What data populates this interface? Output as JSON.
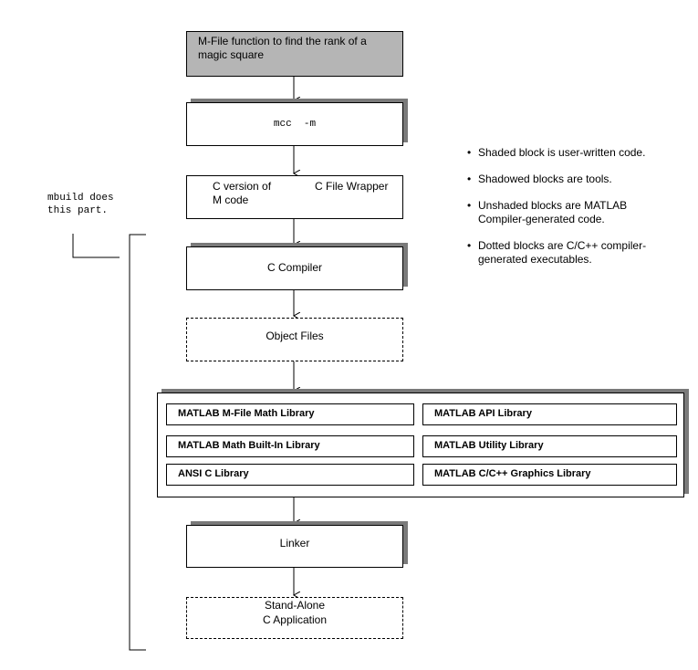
{
  "blocks": {
    "mfile": "M-File function to find the rank of a magic square",
    "mcc": "mcc  -m",
    "c_version": "C version of\nM code",
    "c_wrapper": "C File Wrapper",
    "c_compiler": "C Compiler",
    "object_files": "Object Files",
    "linker": "Linker",
    "standalone": "Stand-Alone\nC Application"
  },
  "libraries": [
    "MATLAB M-File Math Library",
    "MATLAB API Library",
    "MATLAB Math Built-In Library",
    "MATLAB Utility Library",
    "ANSI C Library",
    "MATLAB C/C++ Graphics Library"
  ],
  "mbuild_note": "mbuild does\nthis part.",
  "legend": [
    "Shaded block is user-written code.",
    "Shadowed blocks are tools.",
    "Unshaded blocks are MATLAB Compiler-generated code.",
    "Dotted blocks are C/C++ compiler-generated executables."
  ],
  "legend_bullet": "•"
}
